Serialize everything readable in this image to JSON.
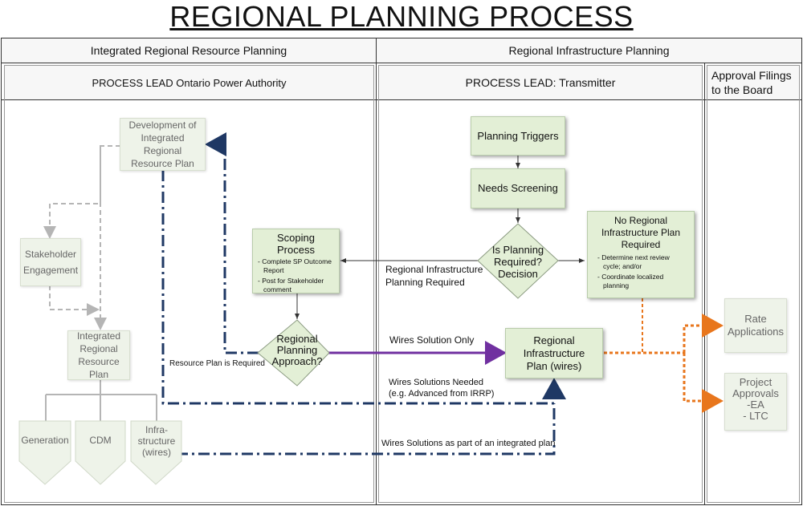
{
  "title": "REGIONAL PLANNING PROCESS",
  "columns": {
    "irrp_header": "Integrated Regional Resource Planning",
    "rip_header": "Regional Infrastructure Planning",
    "lead_opa": "PROCESS LEAD Ontario Power Authority",
    "lead_transmitter": "PROCESS LEAD: Transmitter",
    "approval_header": "Approval Filings to the Board"
  },
  "nodes": {
    "development": "Development of Integrated Regional Resource Plan",
    "stakeholder": "Stakeholder Engagement",
    "irrp": "Integrated Regional Resource Plan",
    "generation": "Generation",
    "cdm": "CDM",
    "infrastructure": "Infra-structure (wires)",
    "planning_triggers": "Planning Triggers",
    "needs_screening": "Needs Screening",
    "is_planning_required": "Is Planning Required? Decision",
    "scoping_title": "Scoping Process",
    "scoping_items": [
      "Complete SP Outcome Report",
      "Post for Stakeholder comment"
    ],
    "no_regional_title": "No Regional Infrastructure Plan Required",
    "no_regional_items": [
      "Determine next review cycle; and/or",
      "Coordinate localized planning"
    ],
    "regional_approach": "Regional Planning Approach?",
    "rip_wires": "Regional Infrastructure Plan  (wires)",
    "rate_applications": "Rate Applications",
    "project_approvals": "Project Approvals",
    "project_approvals_items": [
      "-EA",
      "- LTC"
    ]
  },
  "labels": {
    "rip_required": "Regional Infrastructure Planning Required",
    "wires_only": "Wires Solution Only",
    "resource_plan_required": "Resource Plan is Required",
    "wires_needed": "Wires Solutions Needed",
    "wires_needed_sub": "(e.g. Advanced from IRRP)",
    "wires_integrated": "Wires Solutions as part of an integrated plan"
  },
  "colors": {
    "green_fill": "#e3efd6",
    "navy_dashdot": "#1f3864",
    "purple": "#7030a0",
    "orange": "#e8761c",
    "gray_dashed": "#b5b5b5"
  }
}
